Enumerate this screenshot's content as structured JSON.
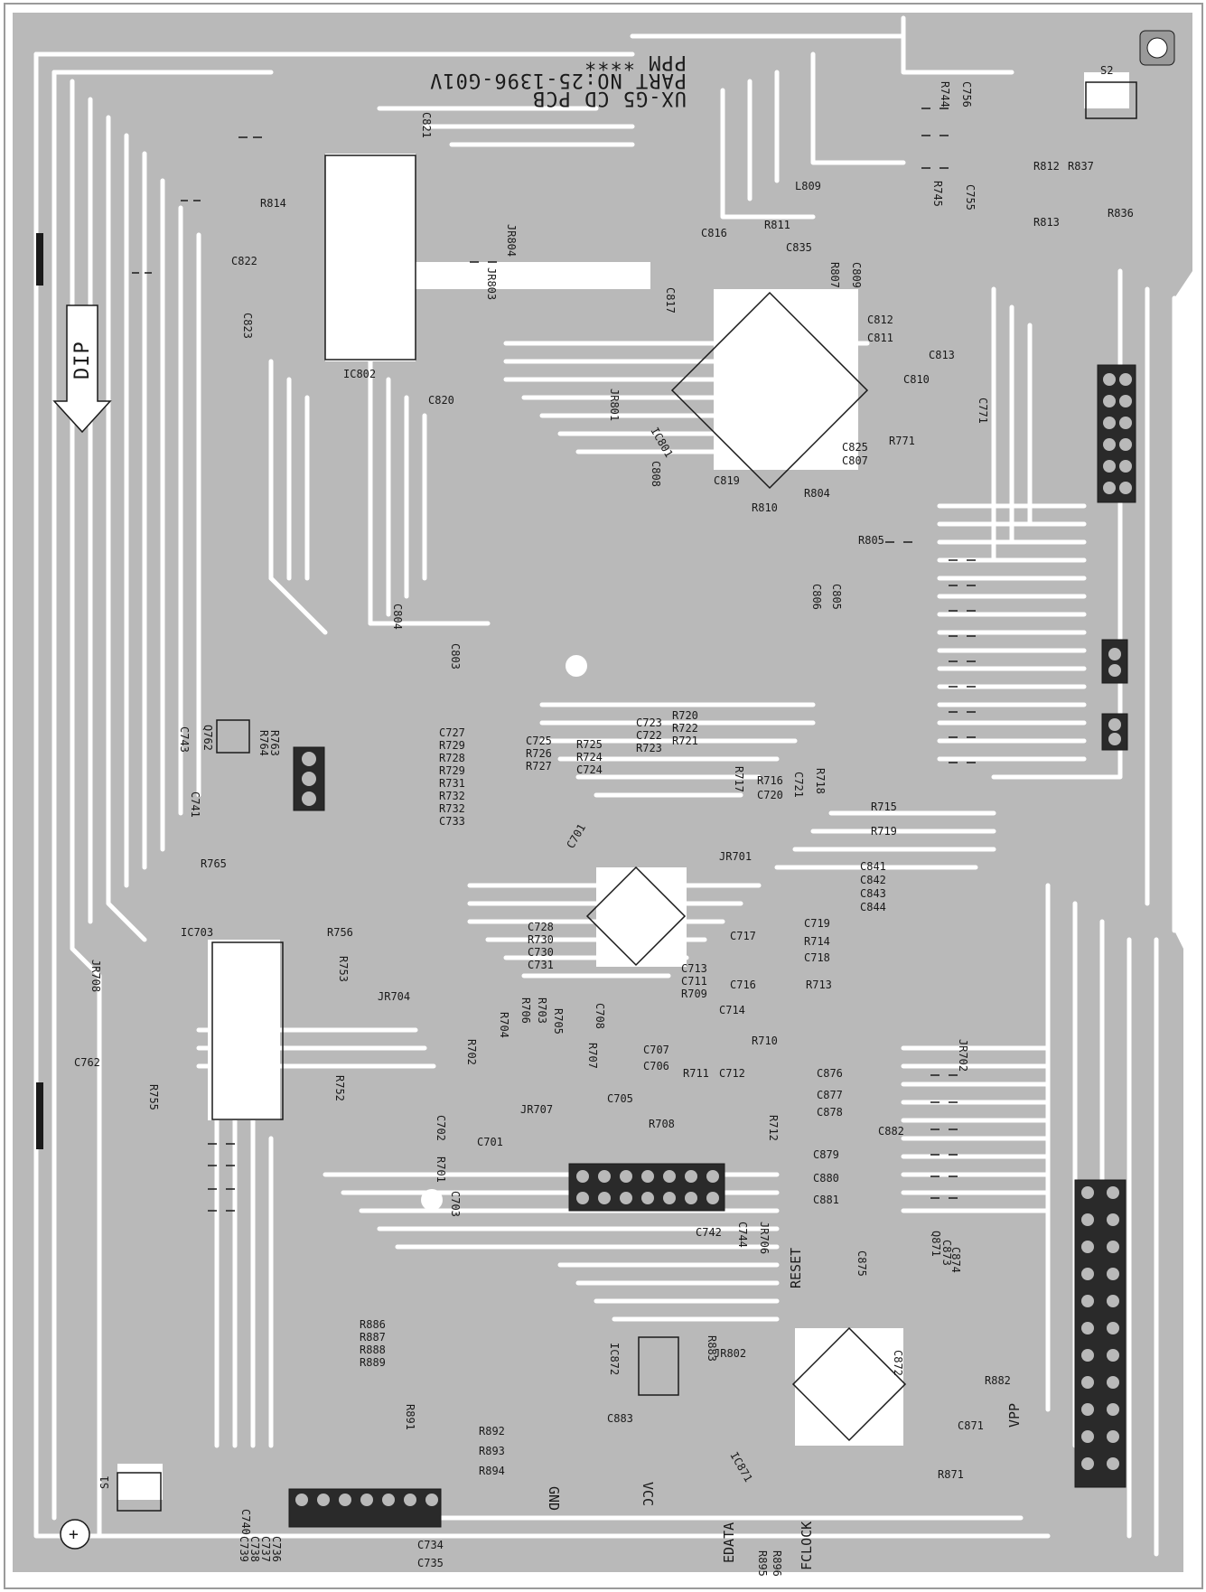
{
  "board": {
    "title_lines": [
      "PPM ****",
      "PART NO:25-1396-G01V",
      "UX-G5 CD PCB"
    ],
    "switches": [
      "S1",
      "S2"
    ],
    "direction_label": "DIP",
    "signals": [
      "GND",
      "VCC",
      "EDATA",
      "FCLOCK",
      "RESET",
      "VPP"
    ],
    "colors": {
      "copper": "#b9b9b9",
      "substrate": "#ffffff",
      "silkscreen": "#1a1a1a",
      "pad": "#2a2a2a"
    }
  },
  "labels": {
    "r814": "R814",
    "c822": "C822",
    "c823": "C823",
    "ic802": "IC802",
    "c820": "C820",
    "c821": "C821",
    "jr804": "JR804",
    "jr803": "JR803",
    "c817": "C817",
    "c816": "C816",
    "l809": "L809",
    "r811": "R811",
    "c835": "C835",
    "r807": "R807",
    "c809": "C809",
    "r744": "R744",
    "c756": "C756",
    "r745": "R745",
    "c755": "C755",
    "r812": "R812",
    "r837": "R837",
    "r813": "R813",
    "r836": "R836",
    "c812": "C812",
    "c811": "C811",
    "c813": "C813",
    "c810": "C810",
    "c771": "C771",
    "jr801": "JR801",
    "ic801": "IC801",
    "c808": "C808",
    "c819": "C819",
    "r810": "R810",
    "r804": "R804",
    "c825": "C825",
    "c807": "C807",
    "r771": "R771",
    "r805": "R805",
    "c806": "C806",
    "c805": "C805",
    "c804": "C804",
    "c803": "C803",
    "c727": "C727",
    "r729": "R729",
    "r728": "R728",
    "r729b": "R729",
    "r731": "R731",
    "r732": "R732",
    "r732b": "R732",
    "c733": "C733",
    "c725": "C725",
    "r726": "R726",
    "r727": "R727",
    "r725": "R725",
    "r724": "R724",
    "c724": "C724",
    "c723": "C723",
    "c722": "C722",
    "r723": "R723",
    "r720": "R720",
    "r722": "R722",
    "r721": "R721",
    "r717": "R717",
    "r716": "R716",
    "c720": "C720",
    "c721": "C721",
    "r718": "R718",
    "r715": "R715",
    "r719": "R719",
    "jr701": "JR701",
    "c743": "C743",
    "q762": "Q762",
    "r764": "R764",
    "r763": "R763",
    "c741": "C741",
    "r765": "R765",
    "ic703": "IC703",
    "r756": "R756",
    "jr708": "JR708",
    "c701": "C701",
    "c728": "C728",
    "r730": "R730",
    "c730": "C730",
    "c731": "C731",
    "r753": "R753",
    "jr704": "JR704",
    "c841": "C841",
    "c842": "C842",
    "c843": "C843",
    "c844": "C844",
    "c717": "C717",
    "c719": "C719",
    "r714": "R714",
    "c718": "C718",
    "c713": "C713",
    "c711": "C711",
    "r709": "R709",
    "c716": "C716",
    "r713": "R713",
    "c714": "C714",
    "r710": "R710",
    "c708": "C708",
    "r704": "R704",
    "r706": "R706",
    "r703": "R703",
    "r705": "R705",
    "c707": "C707",
    "c706": "C706",
    "r711": "R711",
    "c712": "C712",
    "r707": "R707",
    "c705": "C705",
    "r702": "R702",
    "jr707": "JR707",
    "c762": "C762",
    "r755": "R755",
    "r752": "R752",
    "c702": "C702",
    "r701": "R701",
    "c703": "C703",
    "c701b": "C701",
    "r708": "R708",
    "r712": "R712",
    "c876": "C876",
    "c877": "C877",
    "c878": "C878",
    "c882": "C882",
    "c879": "C879",
    "c880": "C880",
    "c881": "C881",
    "jr702": "JR702",
    "c742": "C742",
    "c744": "C744",
    "jr706": "JR706",
    "c875": "C875",
    "q871": "Q871",
    "c873": "C873",
    "c874": "C874",
    "r886": "R886",
    "r887": "R887",
    "r888": "R888",
    "r889": "R889",
    "ic872": "IC872",
    "r883": "R883",
    "jr802": "JR802",
    "c872": "C872",
    "r882": "R882",
    "r891": "R891",
    "r892": "R892",
    "r893": "R893",
    "r894": "R894",
    "c883": "C883",
    "c871": "C871",
    "ic871": "IC871",
    "r871": "R871",
    "c740": "C740",
    "c736": "C736",
    "c737": "C737",
    "c738": "C738",
    "c739": "C739",
    "c734": "C734",
    "c735": "C735",
    "r895": "R895",
    "r896": "R896"
  }
}
